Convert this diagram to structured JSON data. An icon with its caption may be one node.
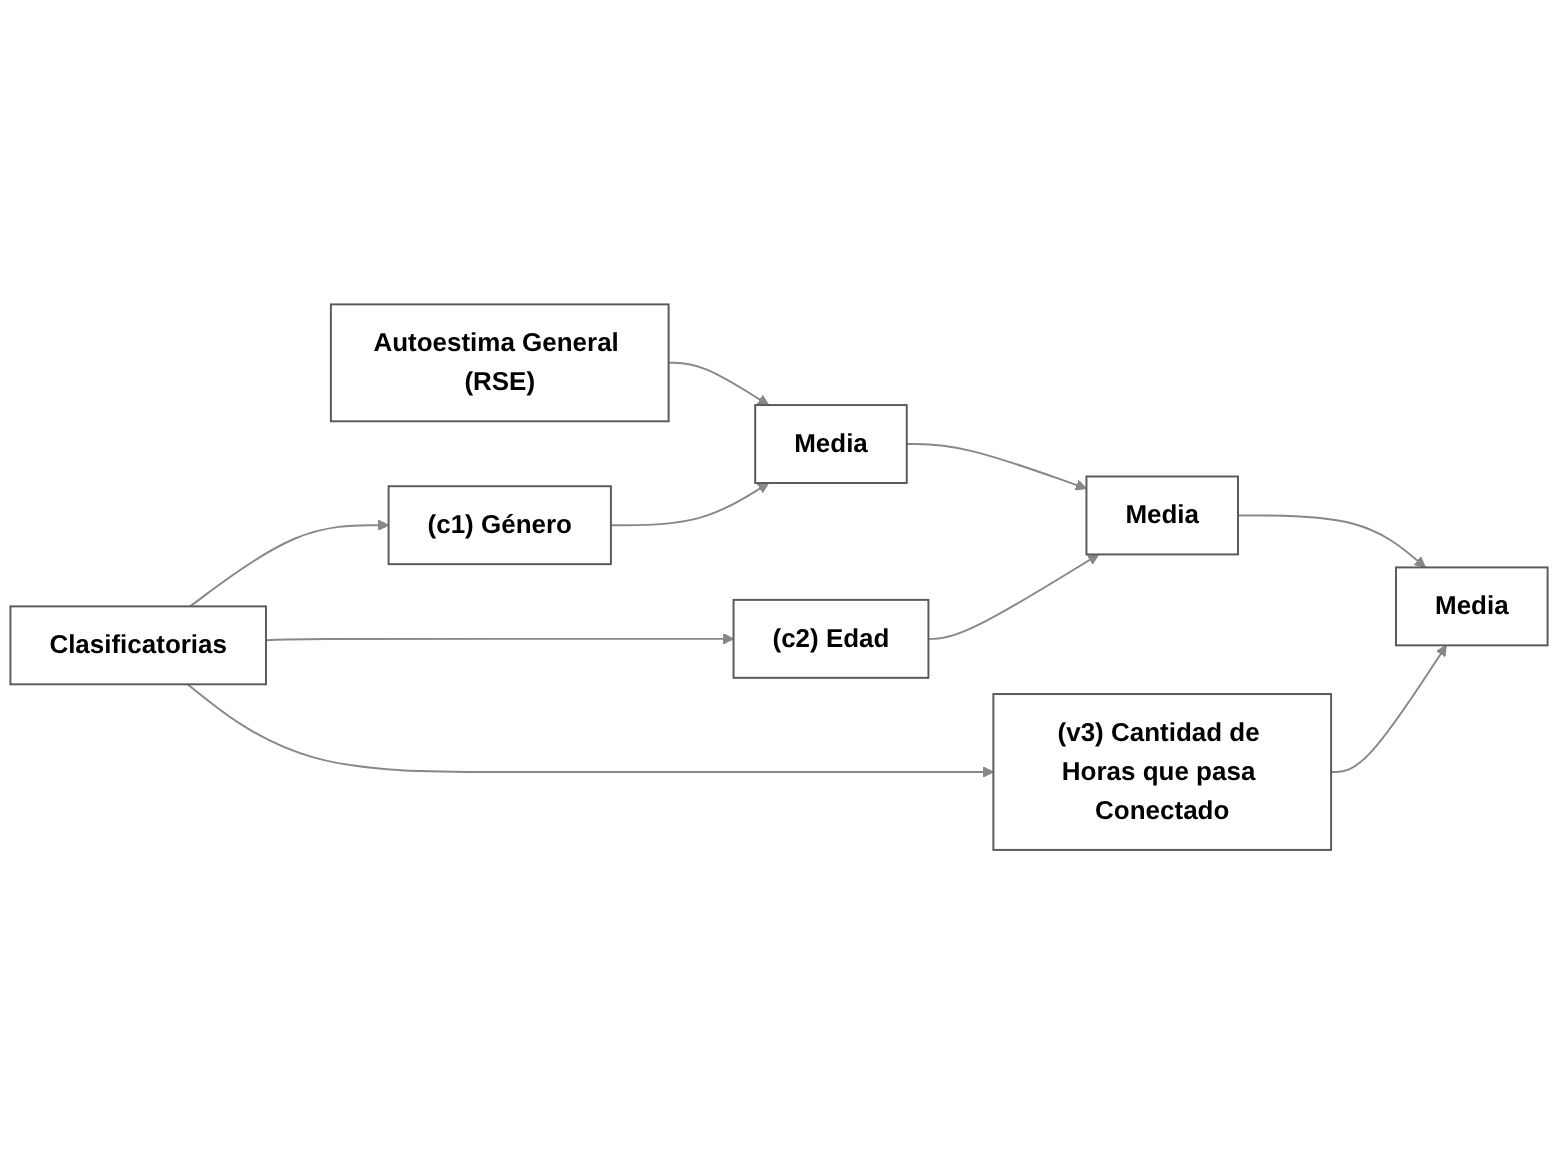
{
  "diagram": {
    "nodes": [
      {
        "text": [
          "Clasificatorias"
        ]
      },
      {
        "text": [
          "Autoestima General (RSE)"
        ]
      },
      {
        "text": [
          "(c1) Género"
        ]
      },
      {
        "text": [
          "Media"
        ]
      },
      {
        "text": [
          "(c2) Edad"
        ]
      },
      {
        "text": [
          "Media"
        ]
      },
      {
        "text": [
          "(v3) Cantidad de Horas que pasa Conectado"
        ]
      },
      {
        "text": [
          "Media"
        ]
      }
    ],
    "edges": [
      {
        "from": 0,
        "to": 2,
        "arrow": "to"
      },
      {
        "from": 0,
        "to": 4,
        "arrow": "to"
      },
      {
        "from": 0,
        "to": 6,
        "arrow": "to"
      },
      {
        "from": 1,
        "to": 3,
        "arrow": "to"
      },
      {
        "from": 2,
        "to": 3,
        "arrow": "to"
      },
      {
        "from": 3,
        "to": 5,
        "arrow": "to"
      },
      {
        "from": 4,
        "to": 5,
        "arrow": "to"
      },
      {
        "from": 5,
        "to": 7,
        "arrow": "to"
      },
      {
        "from": 6,
        "to": 7,
        "arrow": "to"
      }
    ]
  }
}
